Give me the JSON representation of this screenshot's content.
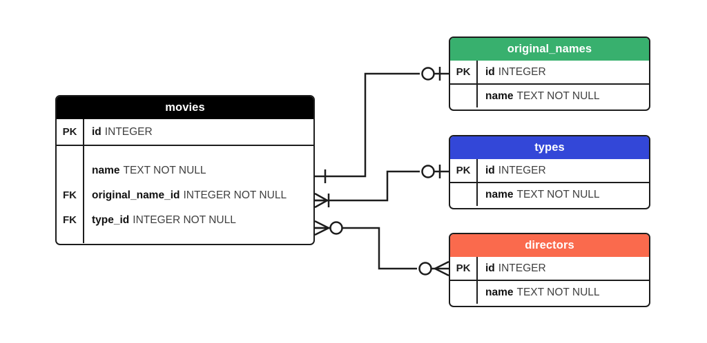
{
  "diagram": {
    "type": "entity-relationship-diagram",
    "notation": "crow's foot",
    "background": "#ffffff",
    "line_color": "#1c1c1c"
  },
  "entities": [
    {
      "id": "movies",
      "name": "movies",
      "header_color": "#000000",
      "header_text_color": "#ffffff",
      "key_column": [
        {
          "label": "PK"
        },
        {
          "label": ""
        },
        {
          "label": "FK"
        },
        {
          "label": "FK"
        }
      ],
      "fields": [
        {
          "key": "PK",
          "name": "id",
          "type": "INTEGER"
        },
        {
          "key": "",
          "name": "name",
          "type": "TEXT NOT NULL"
        },
        {
          "key": "FK",
          "name": "original_name_id",
          "type": "INTEGER NOT NULL"
        },
        {
          "key": "FK",
          "name": "type_id",
          "type": "INTEGER NOT NULL"
        }
      ]
    },
    {
      "id": "original_names",
      "name": "original_names",
      "header_color": "#38b06e",
      "header_text_color": "#ffffff",
      "fields": [
        {
          "key": "PK",
          "name": "id",
          "type": "INTEGER"
        },
        {
          "key": "",
          "name": "name",
          "type": "TEXT NOT NULL"
        }
      ]
    },
    {
      "id": "types",
      "name": "types",
      "header_color": "#3347d8",
      "header_text_color": "#ffffff",
      "fields": [
        {
          "key": "PK",
          "name": "id",
          "type": "INTEGER"
        },
        {
          "key": "",
          "name": "name",
          "type": "TEXT NOT NULL"
        }
      ]
    },
    {
      "id": "directors",
      "name": "directors",
      "header_color": "#fa6a4d",
      "header_text_color": "#ffffff",
      "fields": [
        {
          "key": "PK",
          "name": "id",
          "type": "INTEGER"
        },
        {
          "key": "",
          "name": "name",
          "type": "TEXT NOT NULL"
        }
      ]
    }
  ],
  "relationships": [
    {
      "id": "movies-original_names",
      "from": "movies",
      "to": "original_names",
      "from_cardinality": "one",
      "to_cardinality": "zero-or-one"
    },
    {
      "id": "movies-types",
      "from": "movies",
      "to": "types",
      "from_cardinality": "one-or-many",
      "to_cardinality": "zero-or-one"
    },
    {
      "id": "movies-directors",
      "from": "movies",
      "to": "directors",
      "from_cardinality": "zero-or-many",
      "to_cardinality": "zero-or-many"
    }
  ]
}
